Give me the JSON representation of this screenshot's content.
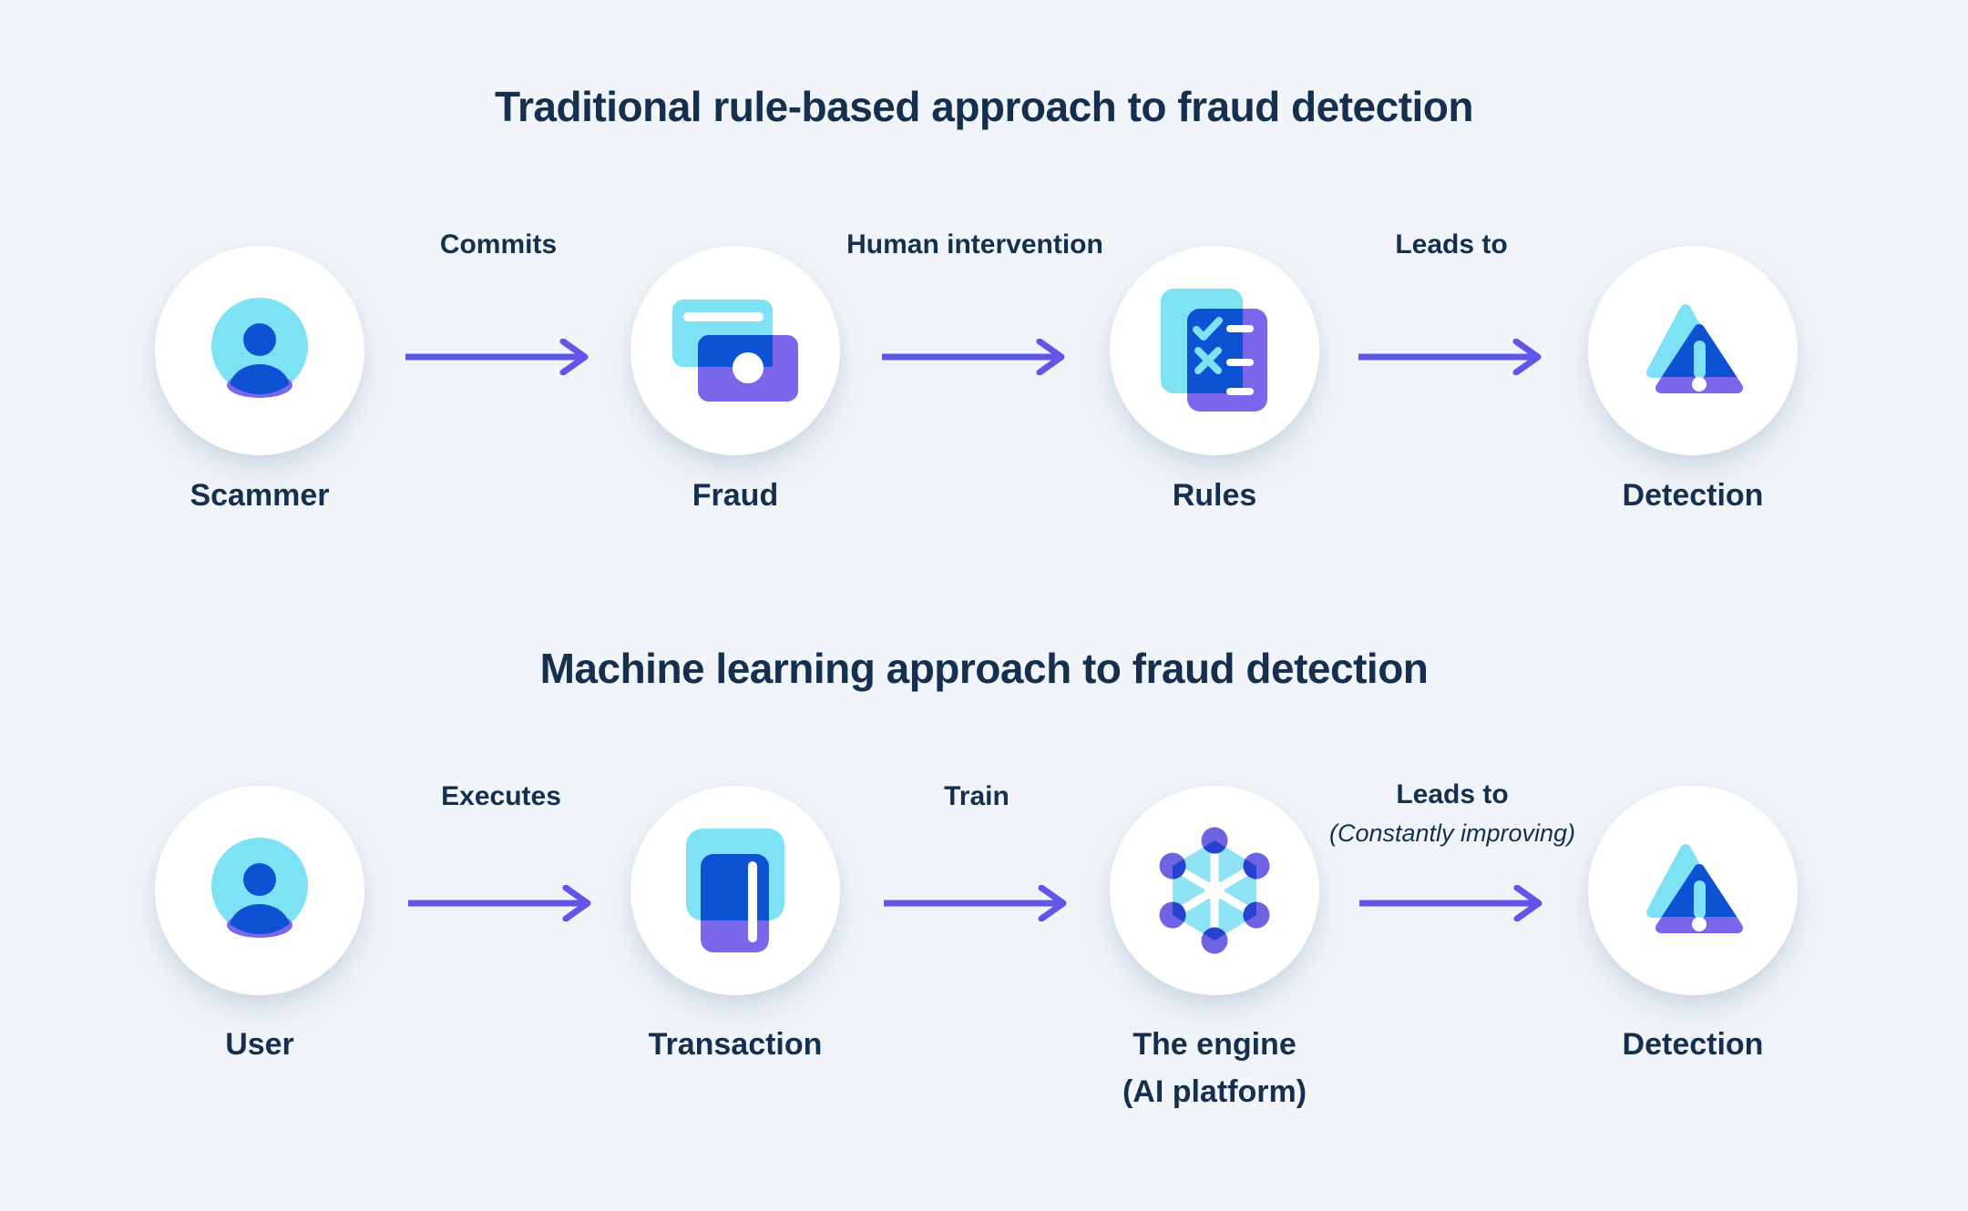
{
  "palette": {
    "background": "#F1F5F9",
    "text": "#14304E",
    "cyan": "#7DE2F4",
    "blue": "#0D52D2",
    "purple": "#7C66EB",
    "arrow": "#6156E8",
    "node_purple": "#6F63E4",
    "wedge_blue": "#2742CF",
    "white": "#FFFFFF"
  },
  "sections": [
    {
      "title": "Traditional rule-based approach to fraud detection",
      "nodes": [
        {
          "label": "Scammer",
          "icon": "user-icon"
        },
        {
          "label": "Fraud",
          "icon": "credit-cards-icon"
        },
        {
          "label": "Rules",
          "icon": "checklist-icon"
        },
        {
          "label": "Detection",
          "icon": "warning-triangle-icon"
        }
      ],
      "arrows": [
        {
          "label": "Commits"
        },
        {
          "label": "Human intervention"
        },
        {
          "label": "Leads to"
        }
      ]
    },
    {
      "title": "Machine learning approach to fraud detection",
      "nodes": [
        {
          "label": "User",
          "icon": "user-icon"
        },
        {
          "label": "Transaction",
          "icon": "card-icon"
        },
        {
          "label": "The engine",
          "sublabel": "(AI platform)",
          "icon": "network-hexagon-icon"
        },
        {
          "label": "Detection",
          "icon": "warning-triangle-icon"
        }
      ],
      "arrows": [
        {
          "label": "Executes"
        },
        {
          "label": "Train"
        },
        {
          "label": "Leads to",
          "sublabel": "(Constantly improving)"
        }
      ]
    }
  ]
}
